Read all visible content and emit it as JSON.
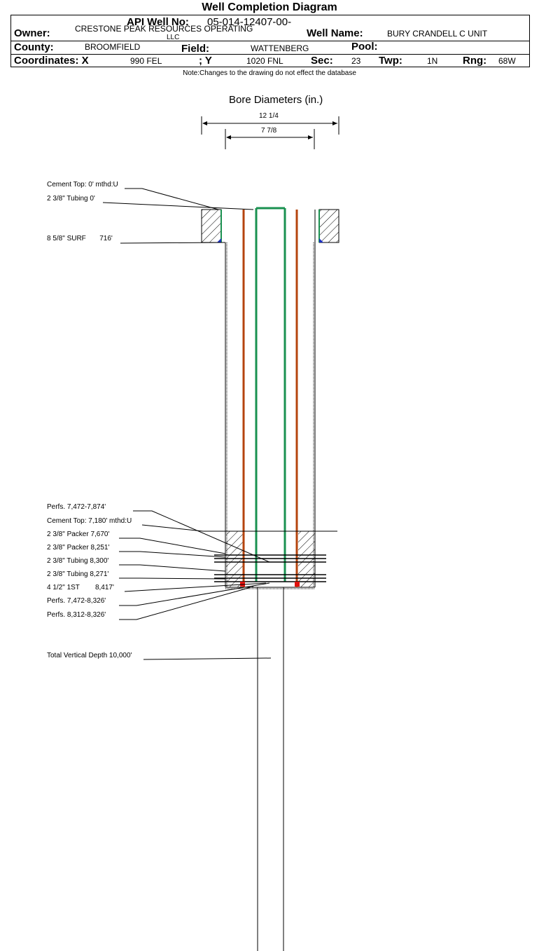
{
  "header": {
    "title": "Well Completion Diagram",
    "api_label": "API Well No:",
    "api_value": "05-014-12407-00-",
    "owner_label": "Owner:",
    "owner_value": "CRESTONE PEAK RESOURCES OPERATING",
    "owner_value_2": "LLC",
    "well_name_label": "Well Name:",
    "well_name_value": "BURY CRANDELL C UNIT",
    "county_label": "County:",
    "county_value": "BROOMFIELD",
    "field_label": "Field:",
    "field_value": "WATTENBERG",
    "pool_label": "Pool:",
    "pool_value": "",
    "coordx_label": "Coordinates: X",
    "coordx_value": "990 FEL",
    "coordy_label": "; Y",
    "coordy_value": "1020 FNL",
    "sec_label": "Sec:",
    "sec_value": "23",
    "twp_label": "Twp:",
    "twp_value": "1N",
    "rng_label": "Rng:",
    "rng_value": "68W",
    "note": "Note:Changes to the drawing do not effect the database"
  },
  "bore": {
    "title": "Bore Diameters (in.)",
    "outer": "12 1/4",
    "inner": "7 7/8"
  },
  "annotations": [
    "Cement Top: 0' mthd:U",
    "2 3/8\" Tubing 0'",
    "8 5/8\" SURF       716'",
    "Perfs. 7,472-7,874'",
    "Cement Top: 7,180' mthd:U",
    "2 3/8\" Packer 7,670'",
    "2 3/8\" Packer 8,251'",
    "2 3/8\" Tubing 8,300'",
    "2 3/8\" Tubing 8,271'",
    "4 1/2\" 1ST        8,417'",
    "Perfs. 7,472-8,326'",
    "Perfs. 8,312-8,326'",
    "Total Vertical Depth 10,000'"
  ],
  "colors": {
    "tubing": "#1a9150",
    "casing": "#b5440e",
    "perf": "#e0120e",
    "cement_mark": "#1a2fc4"
  }
}
